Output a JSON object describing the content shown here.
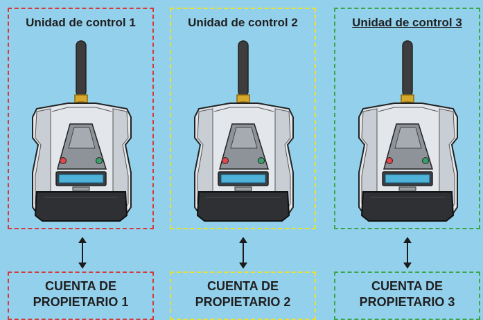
{
  "units": [
    {
      "title": "Unidad de control 1",
      "border_color": "#d43a3a",
      "underlined": false
    },
    {
      "title": "Unidad de control 2",
      "border_color": "#e8e22a",
      "underlined": false
    },
    {
      "title": "Unidad de control 3",
      "border_color": "#3aa64a",
      "underlined": true
    }
  ],
  "accounts": [
    {
      "line1": "CUENTA DE",
      "line2": "PROPIETARIO 1"
    },
    {
      "line1": "CUENTA DE",
      "line2": "PROPIETARIO 2"
    },
    {
      "line1": "CUENTA DE",
      "line2": "PROPIETARIO 3"
    }
  ],
  "device": {
    "led_left_color": "#e0474c",
    "led_right_color": "#3aa06a",
    "screen_color": "#4fb3d9",
    "antenna_color": "#3a3a3a",
    "connector_color": "#d4a62a"
  }
}
